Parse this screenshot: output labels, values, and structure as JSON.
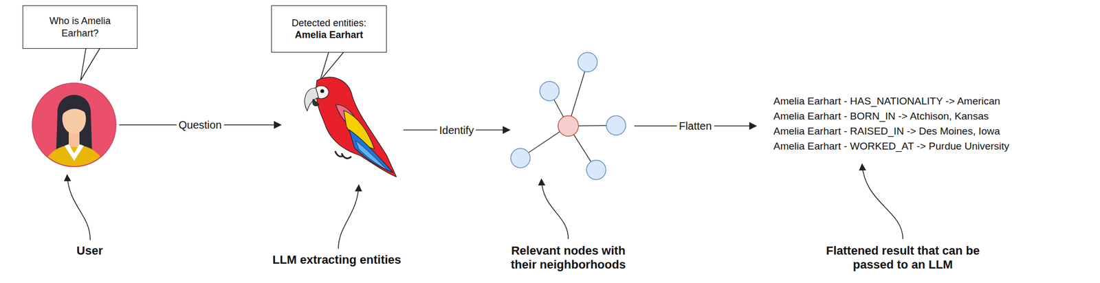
{
  "diagram": {
    "nodes": [
      {
        "text": [
          "Who is Amelia Earhart?"
        ]
      },
      {
        "text": [
          "User"
        ]
      },
      {
        "text": [
          "Detected entities:",
          "Amelia Earhart"
        ]
      },
      {
        "text": [
          "LLM extracting entities"
        ]
      },
      {
        "text": [
          "Relevant nodes with their neighborhoods"
        ]
      },
      {
        "text": [
          "Amelia Earhart - HAS_NATIONALITY -> American",
          "Amelia Earhart - BORN_IN -> Atchison, Kansas",
          "Amelia Earhart - RAISED_IN -> Des Moines, Iowa",
          "Amelia Earhart - WORKED_AT -> Purdue University",
          "Flattened result that can be passed to an LLM"
        ]
      }
    ],
    "edges": [
      {
        "from": 1,
        "to": 3,
        "label": "Question",
        "arrow": "to"
      },
      {
        "from": 3,
        "to": 4,
        "label": "Identify",
        "arrow": "to"
      },
      {
        "from": 4,
        "to": 5,
        "label": "Flatten",
        "arrow": "to"
      }
    ]
  }
}
